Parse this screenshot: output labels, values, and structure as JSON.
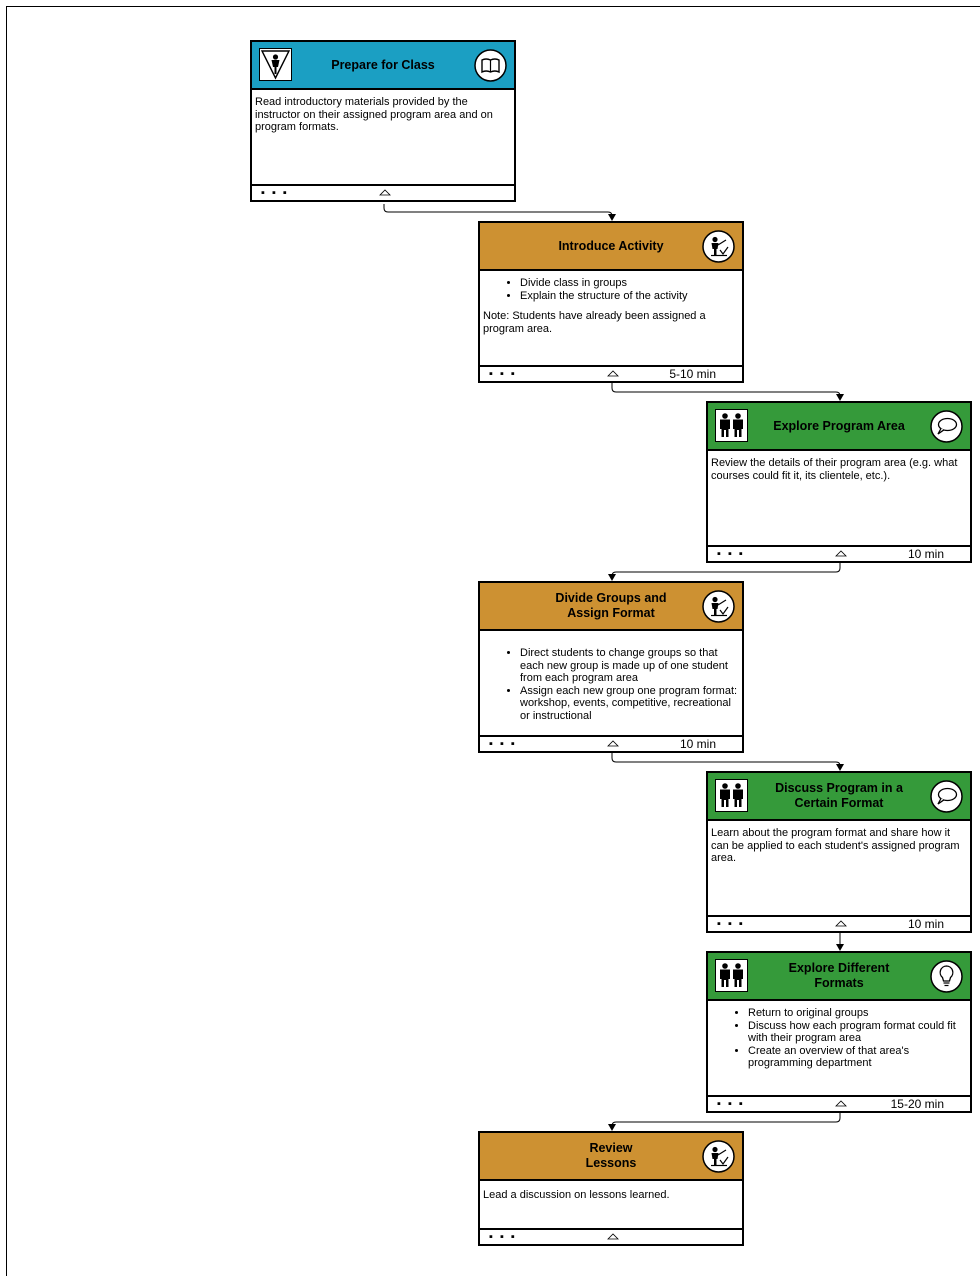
{
  "colors": {
    "prepare": "#1b9fc3",
    "teacher": "#cd9132",
    "group": "#359a3a"
  },
  "steps": [
    {
      "title": "Prepare for Class",
      "left_icon": "person-triangle-icon",
      "right_icon": "book-icon",
      "body": "Read introductory materials provided by the instructor on their assigned program area and on program formats.",
      "bullets": [],
      "note": "",
      "duration": ""
    },
    {
      "title": "Introduce Activity",
      "left_icon": "",
      "right_icon": "teacher-icon",
      "body": "",
      "bullets": [
        "Divide class in groups",
        "Explain the structure of the activity"
      ],
      "note": "Note: Students have already been assigned a program area.",
      "duration": "5-10 min"
    },
    {
      "title": "Explore Program Area",
      "left_icon": "group-icon",
      "right_icon": "speech-bubble-icon",
      "body": "Review the details of their program area (e.g. what courses could fit it, its clientele, etc.).",
      "bullets": [],
      "note": "",
      "duration": "10 min"
    },
    {
      "title": "Divide Groups and\nAssign Format",
      "left_icon": "",
      "right_icon": "teacher-icon",
      "body": "",
      "bullets": [
        "Direct students to change groups so that each new group is made up of one student from each program area",
        "Assign each new group one program format: workshop, events, competitive, recreational or instructional"
      ],
      "note": "",
      "duration": "10 min"
    },
    {
      "title": "Discuss Program in a\nCertain Format",
      "left_icon": "group-icon",
      "right_icon": "speech-bubble-icon",
      "body": "Learn about the program format and share how it can be applied to each student's assigned program area.",
      "bullets": [],
      "note": "",
      "duration": "10 min"
    },
    {
      "title": "Explore Different\nFormats",
      "left_icon": "group-icon",
      "right_icon": "lightbulb-icon",
      "body": "",
      "bullets": [
        "Return to original groups",
        "Discuss how each program format could fit with their program area",
        "Create an overview of that area's programming department"
      ],
      "note": "",
      "duration": "15-20 min"
    },
    {
      "title": "Review\nLessons",
      "left_icon": "",
      "right_icon": "teacher-icon",
      "body": "Lead a discussion on lessons learned.",
      "bullets": [],
      "note": "",
      "duration": ""
    }
  ],
  "footer_menu": "▪ ▪ ▪"
}
